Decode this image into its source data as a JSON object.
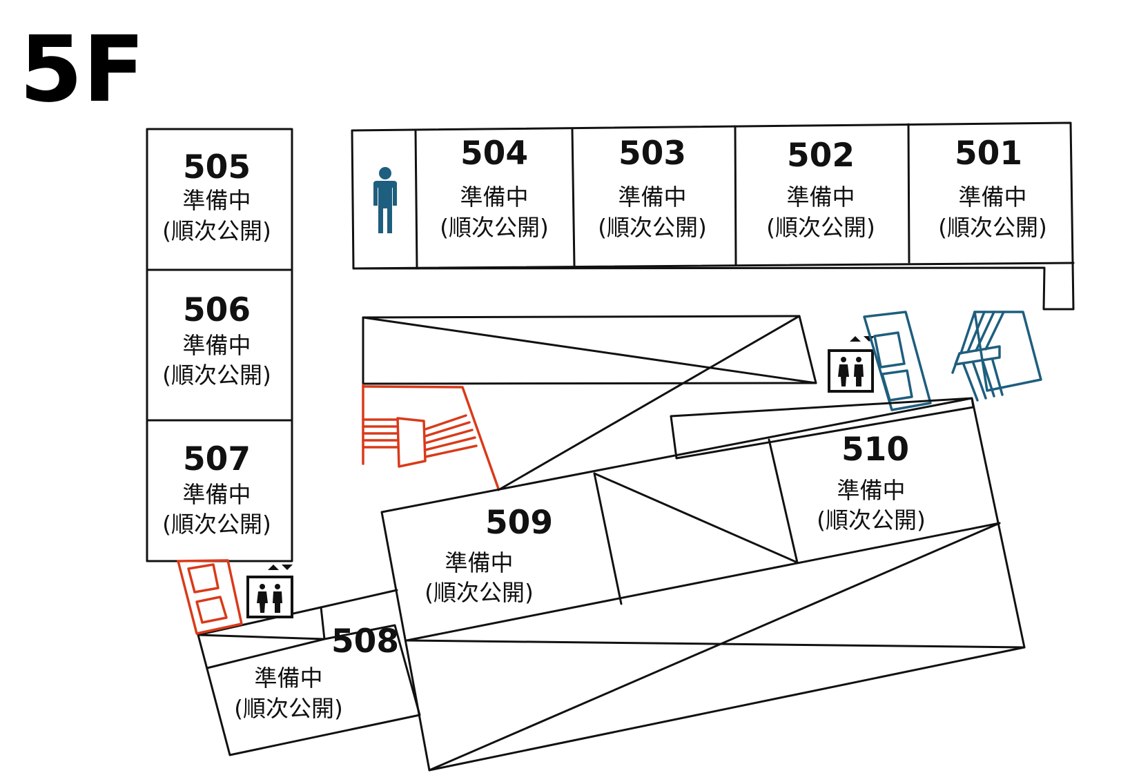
{
  "floor_label": "5F",
  "rooms": [
    {
      "number": "501",
      "status": "準備中",
      "note": "(順次公開)"
    },
    {
      "number": "502",
      "status": "準備中",
      "note": "(順次公開)"
    },
    {
      "number": "503",
      "status": "準備中",
      "note": "(順次公開)"
    },
    {
      "number": "504",
      "status": "準備中",
      "note": "(順次公開)"
    },
    {
      "number": "505",
      "status": "準備中",
      "note": "(順次公開)"
    },
    {
      "number": "506",
      "status": "準備中",
      "note": "(順次公開)"
    },
    {
      "number": "507",
      "status": "準備中",
      "note": "(順次公開)"
    },
    {
      "number": "508",
      "status": "準備中",
      "note": "(順次公開)"
    },
    {
      "number": "509",
      "status": "準備中",
      "note": "(順次公開)"
    },
    {
      "number": "510",
      "status": "準備中",
      "note": "(順次公開)"
    }
  ],
  "icons": [
    "mens-restroom-icon",
    "elevator-icon",
    "stairs-icon"
  ],
  "colors": {
    "walls": "#111111",
    "red_stairs": "#d93a1a",
    "blue_stairs": "#1e5e7e",
    "restroom": "#1e5e7e"
  }
}
